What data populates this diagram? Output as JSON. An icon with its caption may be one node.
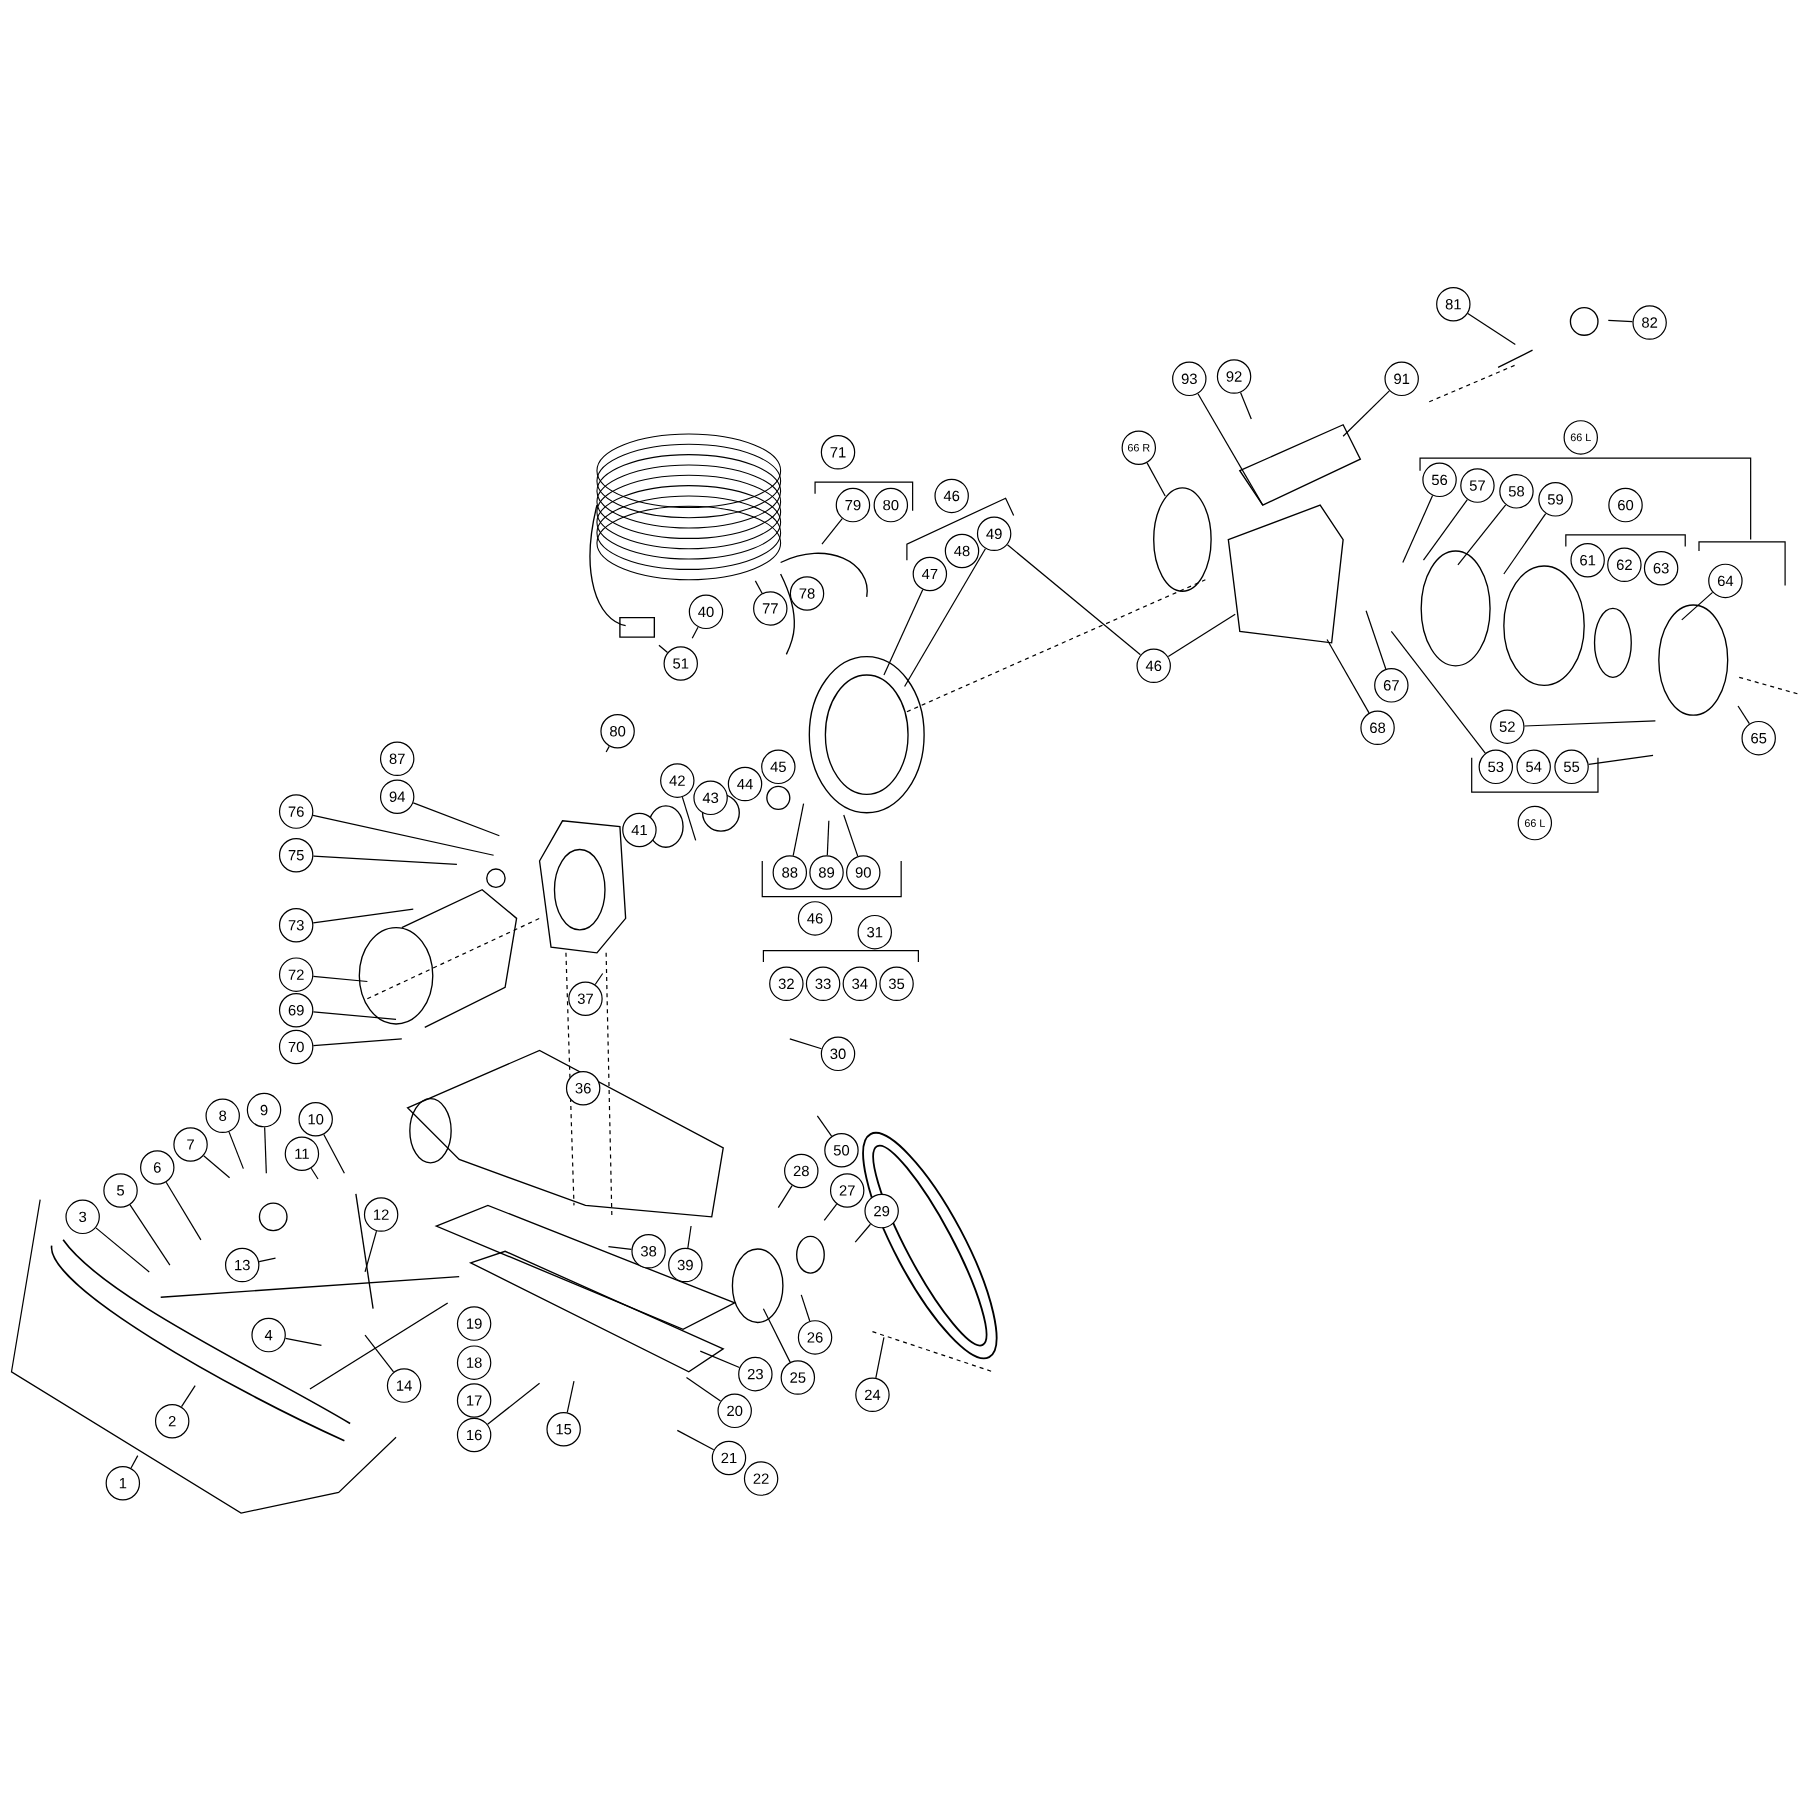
{
  "diagram": {
    "nodes": [
      {
        "text": [
          "1"
        ]
      },
      {
        "text": [
          "2"
        ]
      },
      {
        "text": [
          "3"
        ]
      },
      {
        "text": [
          "4"
        ]
      },
      {
        "text": [
          "5"
        ]
      },
      {
        "text": [
          "6"
        ]
      },
      {
        "text": [
          "7"
        ]
      },
      {
        "text": [
          "8"
        ]
      },
      {
        "text": [
          "9"
        ]
      },
      {
        "text": [
          "10"
        ]
      },
      {
        "text": [
          "11"
        ]
      },
      {
        "text": [
          "12"
        ]
      },
      {
        "text": [
          "13"
        ]
      },
      {
        "text": [
          "14"
        ]
      },
      {
        "text": [
          "15"
        ]
      },
      {
        "text": [
          "16"
        ]
      },
      {
        "text": [
          "17"
        ]
      },
      {
        "text": [
          "18"
        ]
      },
      {
        "text": [
          "19"
        ]
      },
      {
        "text": [
          "20"
        ]
      },
      {
        "text": [
          "21"
        ]
      },
      {
        "text": [
          "22"
        ]
      },
      {
        "text": [
          "23"
        ]
      },
      {
        "text": [
          "24"
        ]
      },
      {
        "text": [
          "25"
        ]
      },
      {
        "text": [
          "26"
        ]
      },
      {
        "text": [
          "27"
        ]
      },
      {
        "text": [
          "28"
        ]
      },
      {
        "text": [
          "29"
        ]
      },
      {
        "text": [
          "30"
        ]
      },
      {
        "text": [
          "31"
        ]
      },
      {
        "text": [
          "32"
        ]
      },
      {
        "text": [
          "33"
        ]
      },
      {
        "text": [
          "34"
        ]
      },
      {
        "text": [
          "35"
        ]
      },
      {
        "text": [
          "36"
        ]
      },
      {
        "text": [
          "37"
        ]
      },
      {
        "text": [
          "38"
        ]
      },
      {
        "text": [
          "39"
        ]
      },
      {
        "text": [
          "40"
        ]
      },
      {
        "text": [
          "41"
        ]
      },
      {
        "text": [
          "42"
        ]
      },
      {
        "text": [
          "43"
        ]
      },
      {
        "text": [
          "44"
        ]
      },
      {
        "text": [
          "45"
        ]
      },
      {
        "text": [
          "46"
        ]
      },
      {
        "text": [
          "47"
        ]
      },
      {
        "text": [
          "48"
        ]
      },
      {
        "text": [
          "49"
        ]
      },
      {
        "text": [
          "46"
        ]
      },
      {
        "text": [
          "46"
        ]
      },
      {
        "text": [
          "50"
        ]
      },
      {
        "text": [
          "51"
        ]
      },
      {
        "text": [
          "52"
        ]
      },
      {
        "text": [
          "53"
        ]
      },
      {
        "text": [
          "54"
        ]
      },
      {
        "text": [
          "55"
        ]
      },
      {
        "text": [
          "66 L"
        ]
      },
      {
        "text": [
          "56"
        ]
      },
      {
        "text": [
          "57"
        ]
      },
      {
        "text": [
          "58"
        ]
      },
      {
        "text": [
          "59"
        ]
      },
      {
        "text": [
          "60"
        ]
      },
      {
        "text": [
          "61"
        ]
      },
      {
        "text": [
          "62"
        ]
      },
      {
        "text": [
          "63"
        ]
      },
      {
        "text": [
          "64"
        ]
      },
      {
        "text": [
          "65"
        ]
      },
      {
        "text": [
          "66 L"
        ]
      },
      {
        "text": [
          "66 R"
        ]
      },
      {
        "text": [
          "67"
        ]
      },
      {
        "text": [
          "68"
        ]
      },
      {
        "text": [
          "69"
        ]
      },
      {
        "text": [
          "70"
        ]
      },
      {
        "text": [
          "71"
        ]
      },
      {
        "text": [
          "72"
        ]
      },
      {
        "text": [
          "73"
        ]
      },
      {
        "text": [
          "75"
        ]
      },
      {
        "text": [
          "76"
        ]
      },
      {
        "text": [
          "77"
        ]
      },
      {
        "text": [
          "78"
        ]
      },
      {
        "text": [
          "79"
        ]
      },
      {
        "text": [
          "80"
        ]
      },
      {
        "text": [
          "80"
        ]
      },
      {
        "text": [
          "81"
        ]
      },
      {
        "text": [
          "82"
        ]
      },
      {
        "text": [
          "87"
        ]
      },
      {
        "text": [
          "94"
        ]
      },
      {
        "text": [
          "88"
        ]
      },
      {
        "text": [
          "89"
        ]
      },
      {
        "text": [
          "90"
        ]
      },
      {
        "text": [
          "91"
        ]
      },
      {
        "text": [
          "92"
        ]
      },
      {
        "text": [
          "93"
        ]
      }
    ],
    "edges": [
      {
        "from": 0,
        "to": null,
        "arrow": "none"
      },
      {
        "from": 1,
        "to": null,
        "arrow": "none"
      },
      {
        "from": 2,
        "to": null,
        "arrow": "none"
      },
      {
        "from": 3,
        "to": null,
        "arrow": "none"
      },
      {
        "from": 4,
        "to": null,
        "arrow": "none"
      },
      {
        "from": 5,
        "to": null,
        "arrow": "none"
      },
      {
        "from": 6,
        "to": null,
        "arrow": "none"
      },
      {
        "from": 7,
        "to": null,
        "arrow": "none"
      },
      {
        "from": 8,
        "to": null,
        "arrow": "none"
      },
      {
        "from": 9,
        "to": null,
        "arrow": "none"
      },
      {
        "from": 10,
        "to": null,
        "arrow": "none"
      },
      {
        "from": 11,
        "to": null,
        "arrow": "none"
      },
      {
        "from": 12,
        "to": null,
        "arrow": "none"
      },
      {
        "from": 13,
        "to": null,
        "arrow": "none"
      },
      {
        "from": 14,
        "to": null,
        "arrow": "none"
      },
      {
        "from": 15,
        "to": null,
        "arrow": "none"
      },
      {
        "from": 19,
        "to": null,
        "arrow": "none"
      },
      {
        "from": 20,
        "to": null,
        "arrow": "none"
      },
      {
        "from": 22,
        "to": null,
        "arrow": "none"
      },
      {
        "from": 23,
        "to": null,
        "arrow": "none"
      },
      {
        "from": 24,
        "to": null,
        "arrow": "none"
      },
      {
        "from": 25,
        "to": null,
        "arrow": "none"
      },
      {
        "from": 26,
        "to": null,
        "arrow": "none"
      },
      {
        "from": 27,
        "to": null,
        "arrow": "none"
      },
      {
        "from": 28,
        "to": null,
        "arrow": "none"
      },
      {
        "from": 29,
        "to": null,
        "arrow": "none"
      },
      {
        "from": 36,
        "to": null,
        "arrow": "none"
      },
      {
        "from": 37,
        "to": null,
        "arrow": "none"
      },
      {
        "from": 38,
        "to": null,
        "arrow": "none"
      },
      {
        "from": 39,
        "to": null,
        "arrow": "none"
      },
      {
        "from": 41,
        "to": null,
        "arrow": "none"
      },
      {
        "from": 46,
        "to": null,
        "arrow": "none"
      },
      {
        "from": 48,
        "to": null,
        "arrow": "none"
      },
      {
        "from": 48,
        "to": 49,
        "arrow": "none"
      },
      {
        "from": 49,
        "to": null,
        "arrow": "none"
      },
      {
        "from": 51,
        "to": null,
        "arrow": "none"
      },
      {
        "from": 52,
        "to": null,
        "arrow": "none"
      },
      {
        "from": 53,
        "to": null,
        "arrow": "none"
      },
      {
        "from": 54,
        "to": null,
        "arrow": "none"
      },
      {
        "from": 56,
        "to": null,
        "arrow": "none"
      },
      {
        "from": 58,
        "to": null,
        "arrow": "none"
      },
      {
        "from": 59,
        "to": null,
        "arrow": "none"
      },
      {
        "from": 60,
        "to": null,
        "arrow": "none"
      },
      {
        "from": 61,
        "to": null,
        "arrow": "none"
      },
      {
        "from": 66,
        "to": null,
        "arrow": "none"
      },
      {
        "from": 67,
        "to": null,
        "arrow": "none"
      },
      {
        "from": 69,
        "to": null,
        "arrow": "none"
      },
      {
        "from": 70,
        "to": null,
        "arrow": "none"
      },
      {
        "from": 71,
        "to": null,
        "arrow": "none"
      },
      {
        "from": 72,
        "to": null,
        "arrow": "none"
      },
      {
        "from": 73,
        "to": null,
        "arrow": "none"
      },
      {
        "from": 75,
        "to": null,
        "arrow": "none"
      },
      {
        "from": 76,
        "to": null,
        "arrow": "none"
      },
      {
        "from": 77,
        "to": null,
        "arrow": "none"
      },
      {
        "from": 78,
        "to": null,
        "arrow": "none"
      },
      {
        "from": 79,
        "to": null,
        "arrow": "none"
      },
      {
        "from": 81,
        "to": null,
        "arrow": "none"
      },
      {
        "from": 83,
        "to": null,
        "arrow": "none"
      },
      {
        "from": 84,
        "to": null,
        "arrow": "none"
      },
      {
        "from": 85,
        "to": null,
        "arrow": "none"
      },
      {
        "from": 87,
        "to": null,
        "arrow": "none"
      },
      {
        "from": 88,
        "to": null,
        "arrow": "none"
      },
      {
        "from": 89,
        "to": null,
        "arrow": "none"
      },
      {
        "from": 90,
        "to": null,
        "arrow": "none"
      },
      {
        "from": 91,
        "to": null,
        "arrow": "none"
      },
      {
        "from": 92,
        "to": null,
        "arrow": "none"
      },
      {
        "from": 93,
        "to": null,
        "arrow": "none"
      }
    ]
  }
}
